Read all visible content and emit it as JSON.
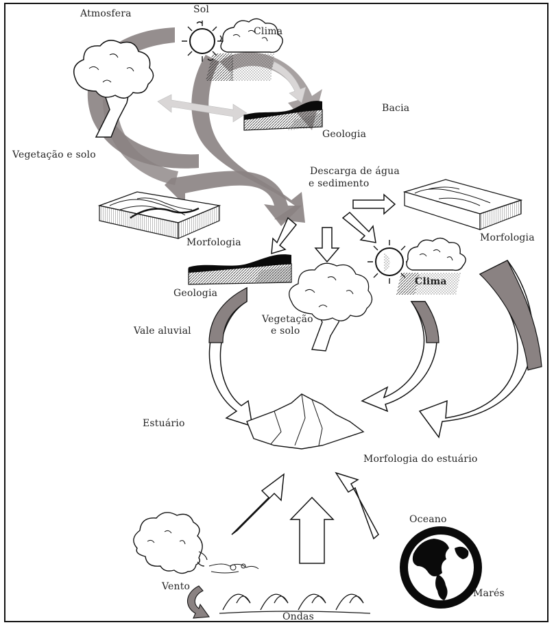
{
  "labels": {
    "atmosfera": "Atmosfera",
    "sol": "Sol",
    "clima_top": "Clima",
    "bacia": "Bacia",
    "geologia_top": "Geologia",
    "vegetacao_solo_top": "Vegetação e solo",
    "descarga_line1": "Descarga de água",
    "descarga_line2": "e sedimento",
    "morfologia_left": "Morfologia",
    "morfologia_right": "Morfologia",
    "geologia_mid": "Geologia",
    "clima_mid": "Clima",
    "vale_aluvial": "Vale aluvial",
    "vegetacao_line1": "Vegetação",
    "vegetacao_line2": "e solo",
    "estuario": "Estuário",
    "morfologia_estuario": "Morfologia do estuário",
    "oceano": "Oceano",
    "mares": "Marés",
    "vento": "Vento",
    "ondas": "Ondas"
  },
  "colors": {
    "gray_arrow": "#8a8282",
    "light_gray_arrow": "#d9d6d6",
    "ink": "#111111",
    "dark_fill": "#0a0a0a",
    "bg": "#ffffff"
  },
  "icons": [
    "sun-icon",
    "cloud-rain-icon",
    "tree-icon",
    "terrain-block-icon",
    "globe-icon",
    "wind-face-icon",
    "waves-icon",
    "mountain-icon"
  ]
}
